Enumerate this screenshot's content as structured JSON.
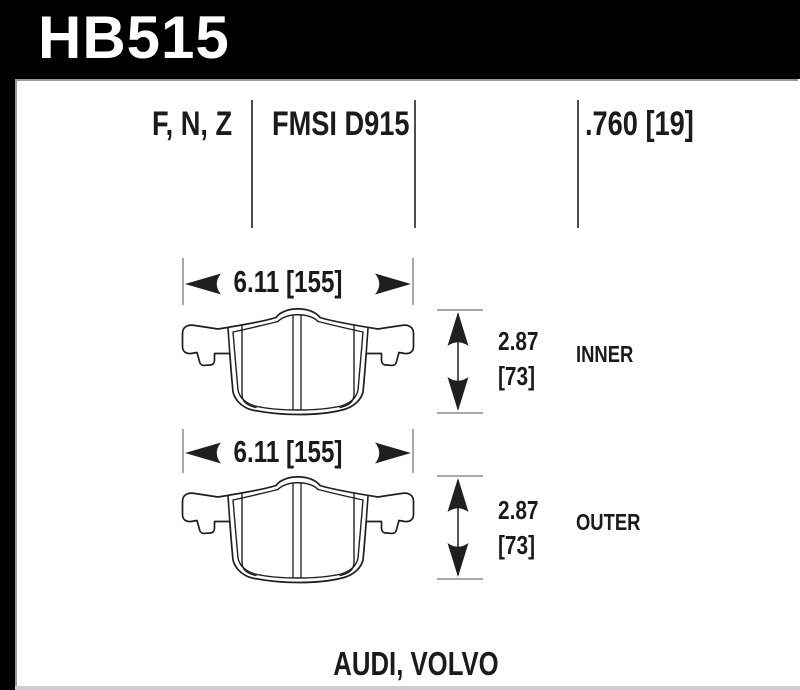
{
  "title": {
    "part_number": "HB515"
  },
  "spec_row": {
    "compound_codes": "F, N, Z",
    "fmsi": "FMSI D915",
    "pad_thickness": ".760 [19]"
  },
  "inner_pad": {
    "width_dim": "6.11 [155]",
    "height_in": "2.87",
    "height_mm": "[73]",
    "position_label": "INNER"
  },
  "outer_pad": {
    "width_dim": "6.11 [155]",
    "height_in": "2.87",
    "height_mm": "[73]",
    "position_label": "OUTER"
  },
  "footer": {
    "applications": "AUDI, VOLVO"
  },
  "colors": {
    "frame": "#000000",
    "panel": "#ffffff",
    "ink": "#1f1f1f",
    "thin_line": "#8c8c8c",
    "divider": "#4d4d4d",
    "part_number_text": "#ffffff"
  }
}
